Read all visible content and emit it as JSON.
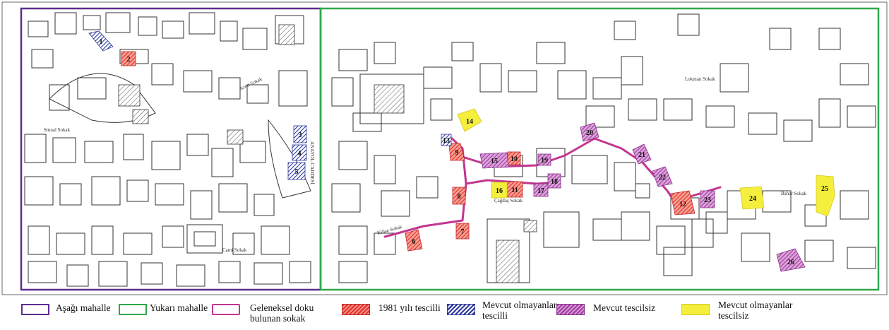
{
  "colors": {
    "lower": "#5b2d8e",
    "upper": "#2fa84a",
    "street": "#c2368f",
    "red": "#e8332d",
    "blue": "#2f3b9c",
    "magenta": "#a43ea3",
    "yellow": "#f4ef3d",
    "building": "#333333"
  },
  "map": {
    "streets": {
      "s1": "Azmi Sokak",
      "s2": "Smual Sokak",
      "s3": "Cami Sokak",
      "s4": "Çağdaş Sokak",
      "s5": "Lokman Sokak",
      "s6": "Kilise Sokak",
      "s7": "Bahar Sokak",
      "s8": "ANAYOL CADDESİ"
    },
    "parcels": [
      {
        "n": "1",
        "cat": "blue"
      },
      {
        "n": "2",
        "cat": "red"
      },
      {
        "n": "3",
        "cat": "blue"
      },
      {
        "n": "4",
        "cat": "blue"
      },
      {
        "n": "5",
        "cat": "blue"
      },
      {
        "n": "6",
        "cat": "red"
      },
      {
        "n": "7",
        "cat": "red"
      },
      {
        "n": "8",
        "cat": "red"
      },
      {
        "n": "9",
        "cat": "red"
      },
      {
        "n": "10",
        "cat": "red"
      },
      {
        "n": "11",
        "cat": "red"
      },
      {
        "n": "12",
        "cat": "red"
      },
      {
        "n": "13",
        "cat": "blue"
      },
      {
        "n": "14",
        "cat": "yellow"
      },
      {
        "n": "15",
        "cat": "magenta"
      },
      {
        "n": "16",
        "cat": "yellow"
      },
      {
        "n": "17",
        "cat": "magenta"
      },
      {
        "n": "18",
        "cat": "magenta"
      },
      {
        "n": "19",
        "cat": "magenta"
      },
      {
        "n": "20",
        "cat": "magenta"
      },
      {
        "n": "21",
        "cat": "magenta"
      },
      {
        "n": "22",
        "cat": "magenta"
      },
      {
        "n": "23",
        "cat": "magenta"
      },
      {
        "n": "24",
        "cat": "yellow"
      },
      {
        "n": "25",
        "cat": "yellow"
      },
      {
        "n": "26",
        "cat": "magenta"
      }
    ]
  },
  "legend": {
    "lower": "Aşağı mahalle",
    "upper": "Yukarı mahalle",
    "street": "Geleneksel doku\nbulunan sokak",
    "red": "1981 yılı tescilli",
    "blue": "Mevcut olmayanlar\ntescilli",
    "magenta": "Mevcut  tescilsiz",
    "yellow": "Mevcut olmayanlar\ntescilsiz"
  }
}
